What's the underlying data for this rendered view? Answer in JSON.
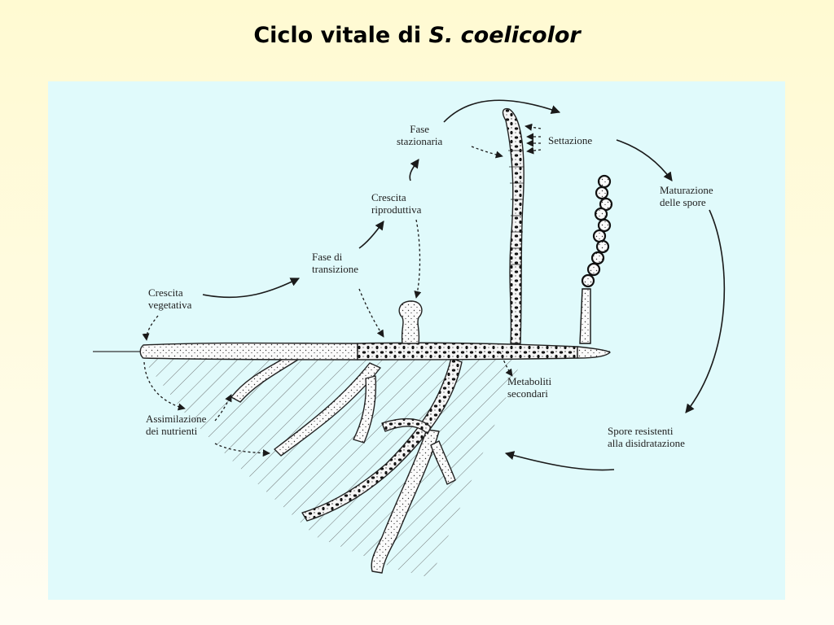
{
  "title": {
    "prefix": "Ciclo vitale di ",
    "species": "S. coelicolor"
  },
  "diagram": {
    "labels": {
      "crescita_vegetativa": [
        "Crescita",
        "vegetativa"
      ],
      "fase_transizione": [
        "Fase di",
        "transizione"
      ],
      "crescita_riproduttiva": [
        "Crescita",
        "riproduttiva"
      ],
      "fase_stazionaria": [
        "Fase",
        "stazionaria"
      ],
      "settazione": [
        "Settazione"
      ],
      "maturazione_spore": [
        "Maturazione",
        "delle spore"
      ],
      "metaboliti_secondari": [
        "Metaboliti",
        "secondari"
      ],
      "spore_resistenti": [
        "Spore resistenti",
        "alla disidratazione"
      ],
      "assimilazione_nutrienti": [
        "Assimilazione",
        "dei nutrienti"
      ]
    }
  },
  "colors": {
    "slide_background": "#fffbe0",
    "panel_background": "#e0fafb",
    "ink": "#1a1a1a"
  }
}
